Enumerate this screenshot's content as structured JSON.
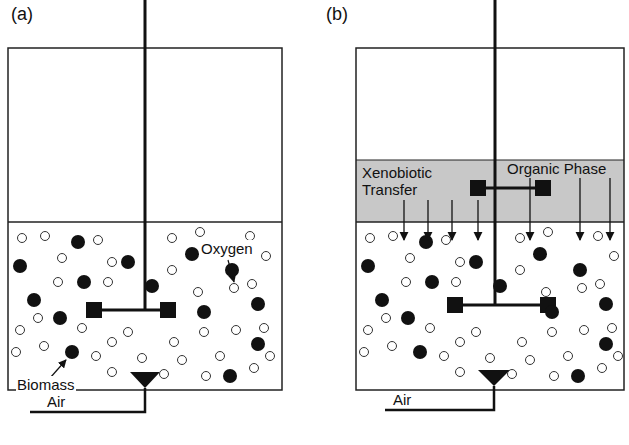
{
  "diagram": {
    "nodes": [
      {
        "text": [
          "Xenobiotic Transfer",
          "Organic Phase"
        ]
      }
    ],
    "labels": [
      "(a)",
      "Oxygen",
      "Biomass",
      "Air",
      "(b)",
      "Air"
    ]
  }
}
